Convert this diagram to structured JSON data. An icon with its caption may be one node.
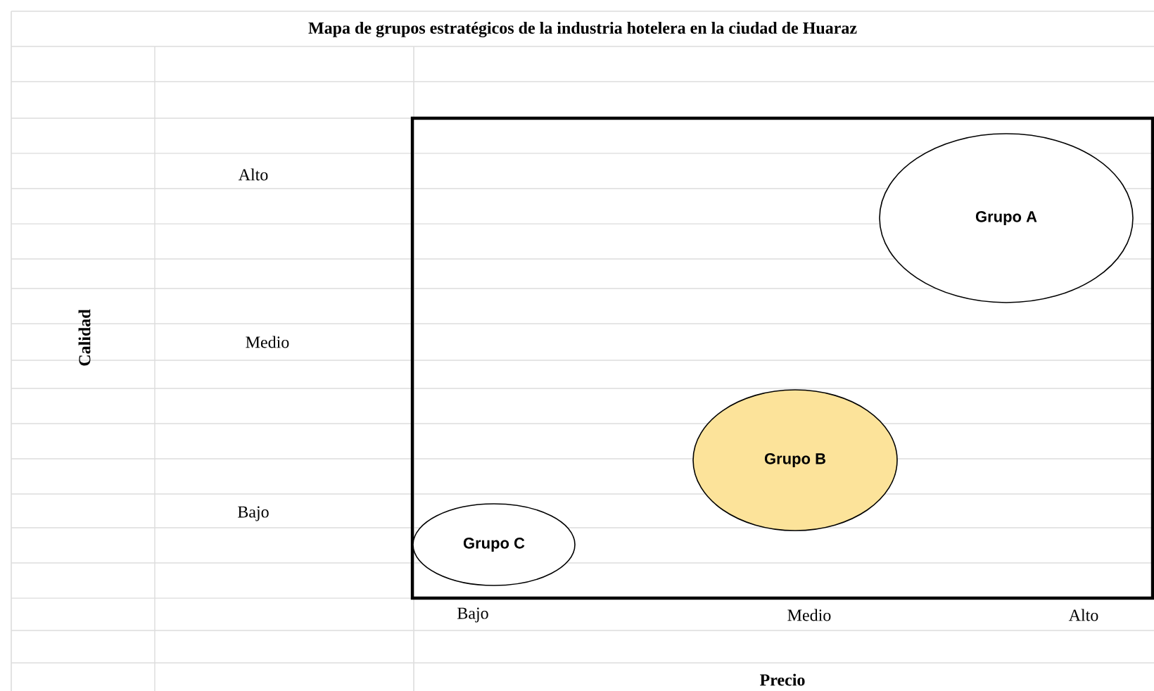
{
  "diagram": {
    "title": "Mapa de grupos estratégicos de la industria hotelera en la ciudad de Huaraz",
    "nodes": [
      {
        "text": [
          "Grupo A"
        ]
      },
      {
        "text": [
          "Grupo B"
        ]
      },
      {
        "text": [
          "Grupo C"
        ]
      }
    ],
    "labels": [
      "Alto",
      "Calidad",
      "Medio",
      "Bajo",
      "Bajo",
      "Medio",
      "Alto",
      "Precio"
    ]
  }
}
